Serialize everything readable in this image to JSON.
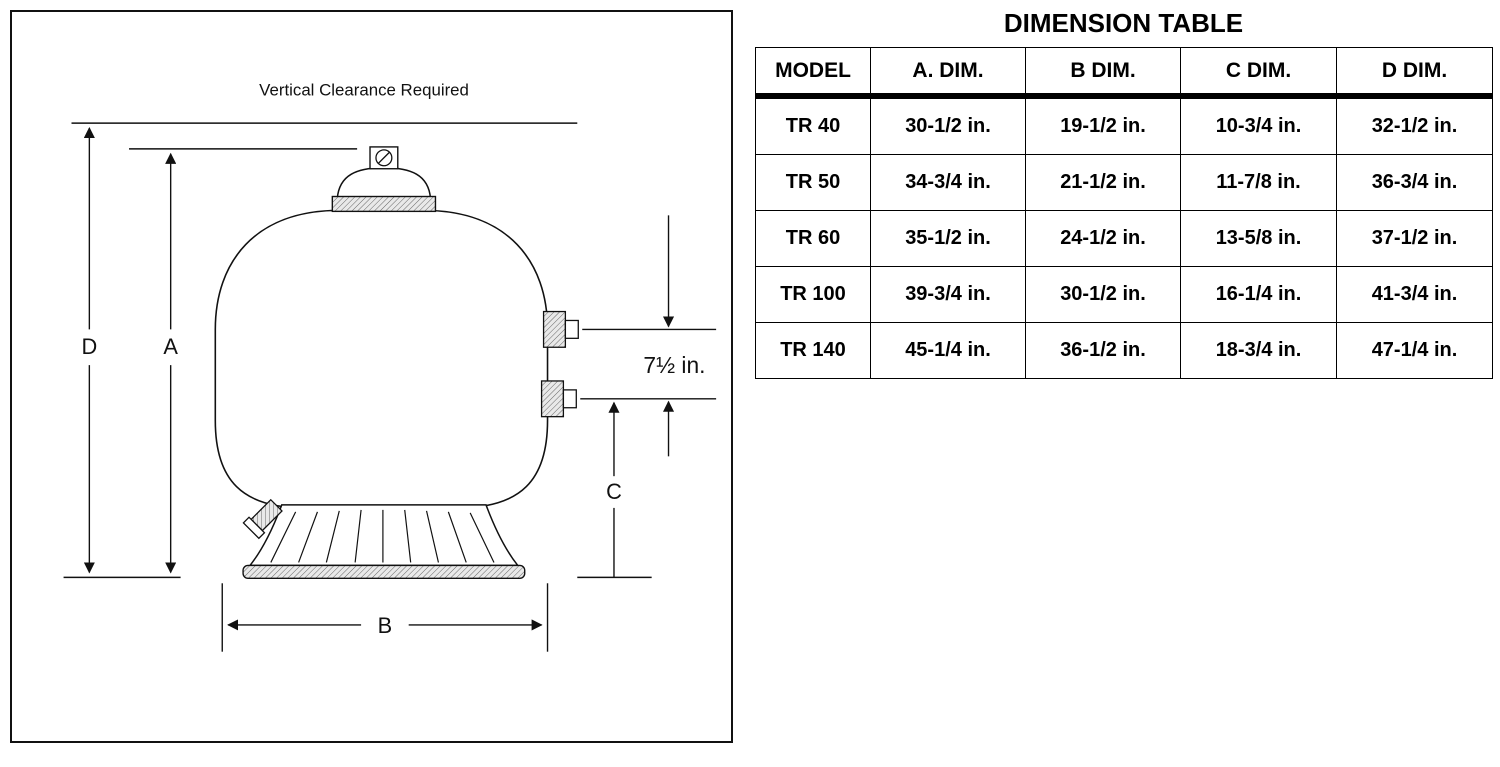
{
  "diagram": {
    "clearance_label": "Vertical Clearance Required",
    "labels": {
      "d": "D",
      "a": "A",
      "b": "B",
      "c": "C",
      "port_spacing": "7½ in."
    }
  },
  "table": {
    "title": "DIMENSION TABLE",
    "headers": [
      "MODEL",
      "A. DIM.",
      "B DIM.",
      "C DIM.",
      "D DIM."
    ],
    "rows": [
      {
        "model": "TR 40",
        "a": "30-1/2 in.",
        "b": "19-1/2 in.",
        "c": "10-3/4 in.",
        "d": "32-1/2 in."
      },
      {
        "model": "TR 50",
        "a": "34-3/4 in.",
        "b": "21-1/2 in.",
        "c": "11-7/8 in.",
        "d": "36-3/4 in."
      },
      {
        "model": "TR 60",
        "a": "35-1/2 in.",
        "b": "24-1/2 in.",
        "c": "13-5/8 in.",
        "d": "37-1/2 in."
      },
      {
        "model": "TR 100",
        "a": "39-3/4 in.",
        "b": "30-1/2 in.",
        "c": "16-1/4 in.",
        "d": "41-3/4 in."
      },
      {
        "model": "TR 140",
        "a": "45-1/4 in.",
        "b": "36-1/2 in.",
        "c": "18-3/4 in.",
        "d": "47-1/4 in."
      }
    ]
  }
}
